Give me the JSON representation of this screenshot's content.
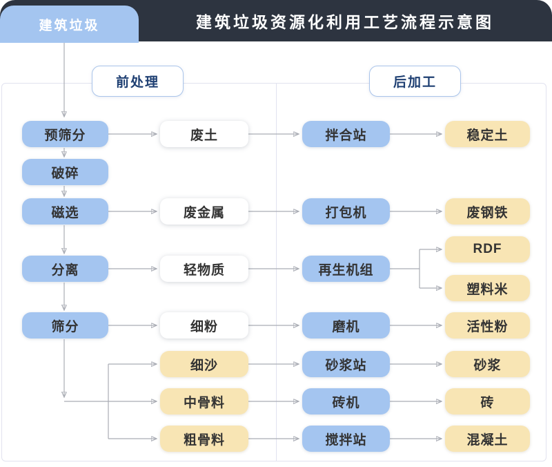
{
  "header": {
    "tab_label": "建筑垃圾",
    "title": "建筑垃圾资源化利用工艺流程示意图"
  },
  "sections": {
    "pre_label": "前处理",
    "post_label": "后加工"
  },
  "flow": {
    "process_steps": [
      "预筛分",
      "破碎",
      "磁选",
      "分离",
      "筛分"
    ],
    "outputs": [
      "废土",
      "废金属",
      "轻物质",
      "细粉",
      "细沙",
      "中骨料",
      "粗骨料"
    ],
    "equipment": [
      "拌合站",
      "打包机",
      "再生机组",
      "磨机",
      "砂浆站",
      "砖机",
      "搅拌站"
    ],
    "products": [
      "稳定土",
      "废钢铁",
      "RDF",
      "塑料米",
      "活性粉",
      "砂浆",
      "砖",
      "混凝土"
    ]
  },
  "colors": {
    "header_bar": "#2d3440",
    "node_blue": "#a4c5f0",
    "node_yellow": "#f8e5b4",
    "badge_text": "#1e3f72",
    "connector": "#a9acb4"
  }
}
